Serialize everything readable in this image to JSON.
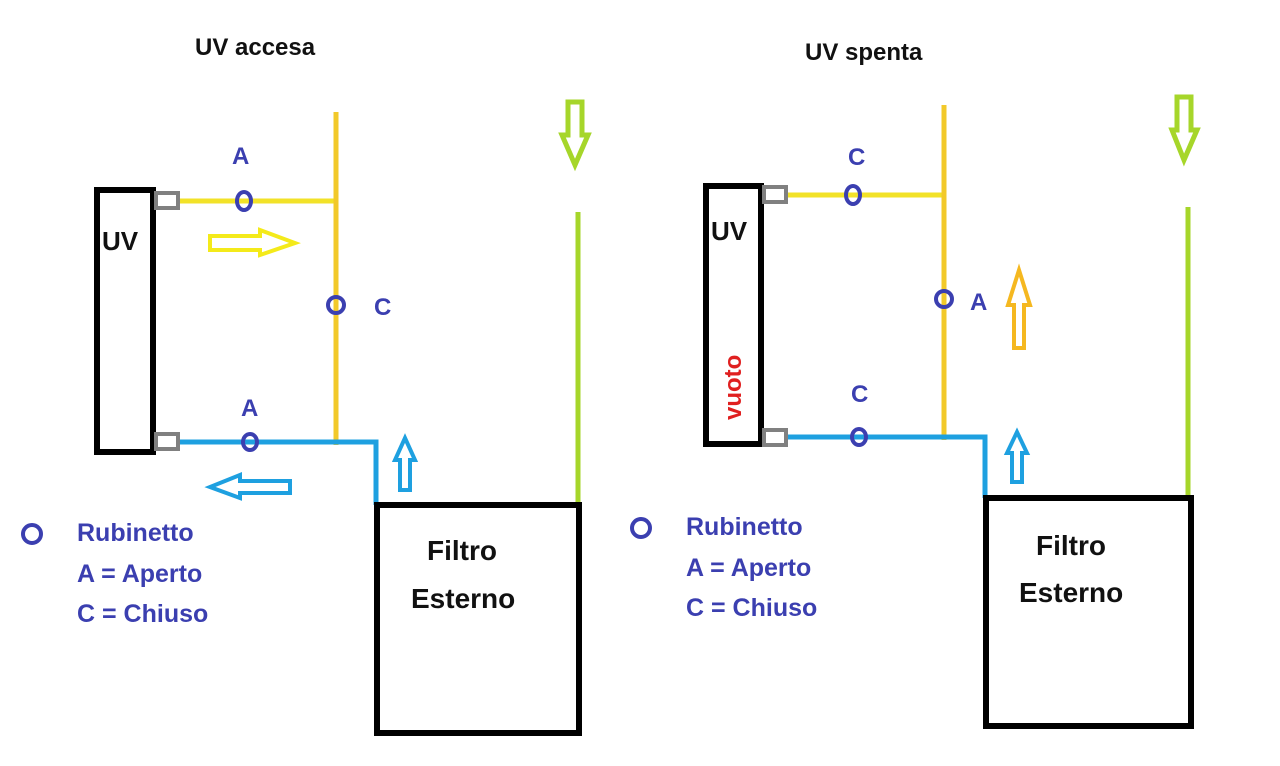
{
  "colors": {
    "yellow_pipe": "#f2c92a",
    "blue_pipe": "#1ea0e0",
    "green_pipe": "#a6d62a",
    "arrow_yellow": "#f4ea1a",
    "arrow_orange": "#f5b820",
    "valve": "#3b3fb0",
    "fitting": "#808080",
    "outline": "#000000",
    "empty_text": "#e02020"
  },
  "panels": [
    {
      "title": "UV accesa",
      "uv_label": "UV",
      "filter_label_line1": "Filtro",
      "filter_label_line2": "Esterno",
      "valves": [
        {
          "position": "top-branch",
          "state": "A"
        },
        {
          "position": "bypass",
          "state": "C"
        },
        {
          "position": "bottom-branch",
          "state": "A"
        }
      ],
      "legend": {
        "title": "Rubinetto",
        "open": "A = Aperto",
        "closed": "C = Chiuso"
      }
    },
    {
      "title": "UV spenta",
      "uv_label": "UV",
      "uv_status": "vuoto",
      "filter_label_line1": "Filtro",
      "filter_label_line2": "Esterno",
      "valves": [
        {
          "position": "top-branch",
          "state": "C"
        },
        {
          "position": "bypass",
          "state": "A"
        },
        {
          "position": "bottom-branch",
          "state": "C"
        }
      ],
      "legend": {
        "title": "Rubinetto",
        "open": "A = Aperto",
        "closed": "C = Chiuso"
      }
    }
  ]
}
